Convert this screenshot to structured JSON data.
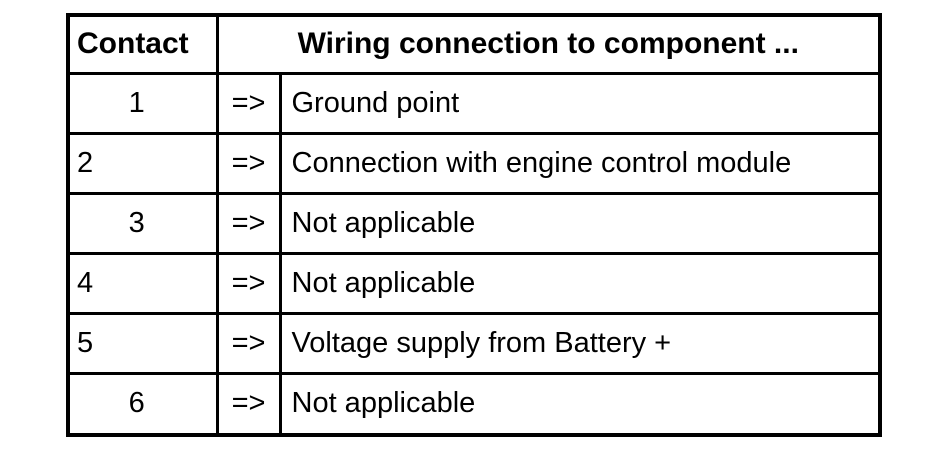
{
  "table": {
    "header": {
      "contact_label": "Contact",
      "wiring_label": "Wiring connection to component ..."
    },
    "rows": [
      {
        "contact": "1",
        "align": "center",
        "arrow": "=>",
        "description": "Ground point"
      },
      {
        "contact": "2",
        "align": "left",
        "arrow": "=>",
        "description": "Connection with engine control module"
      },
      {
        "contact": "3",
        "align": "center",
        "arrow": "=>",
        "description": "Not applicable"
      },
      {
        "contact": "4",
        "align": "left",
        "arrow": "=>",
        "description": "Not applicable"
      },
      {
        "contact": "5",
        "align": "left",
        "arrow": "=>",
        "description": "Voltage supply from Battery +"
      },
      {
        "contact": "6",
        "align": "center",
        "arrow": "=>",
        "description": "Not applicable"
      }
    ],
    "colors": {
      "border": "#000000",
      "text": "#000000",
      "background": "#ffffff"
    }
  }
}
